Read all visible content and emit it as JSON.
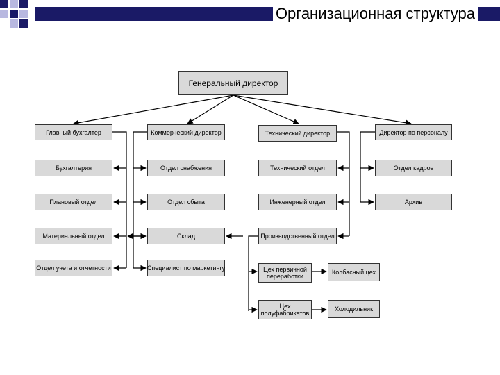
{
  "header": {
    "title": "Организационная структура"
  },
  "org": {
    "ceo": "Генеральный директор",
    "chief_accountant": "Главный бухгалтер",
    "accounting": "Бухгалтерия",
    "planning": "Плановый отдел",
    "material": "Материальный отдел",
    "reporting": "Отдел учета и отчетности",
    "commercial_director": "Коммерческий директор",
    "supply": "Отдел снабжения",
    "sales": "Отдел сбыта",
    "warehouse": "Склад",
    "marketing": "Специалист по маркетингу",
    "technical_director": "Технический директор",
    "technical_dept": "Технический отдел",
    "engineering": "Инженерный отдел",
    "production": "Производственный отдел",
    "primary_processing_1": "Цех первичной",
    "primary_processing_2": "переработки",
    "semi_finished_1": "Цех",
    "semi_finished_2": "полуфабрикатов",
    "sausage": "Колбасный цех",
    "refrigerators": "Холодильник",
    "hr_director": "Директор по персоналу",
    "hr_dept": "Отдел кадров",
    "archive": "Архив"
  },
  "colors": {
    "box_fill": "#d9d9d9",
    "title_bar": "#1a1a66",
    "deco_light": "#b8b8e0"
  }
}
